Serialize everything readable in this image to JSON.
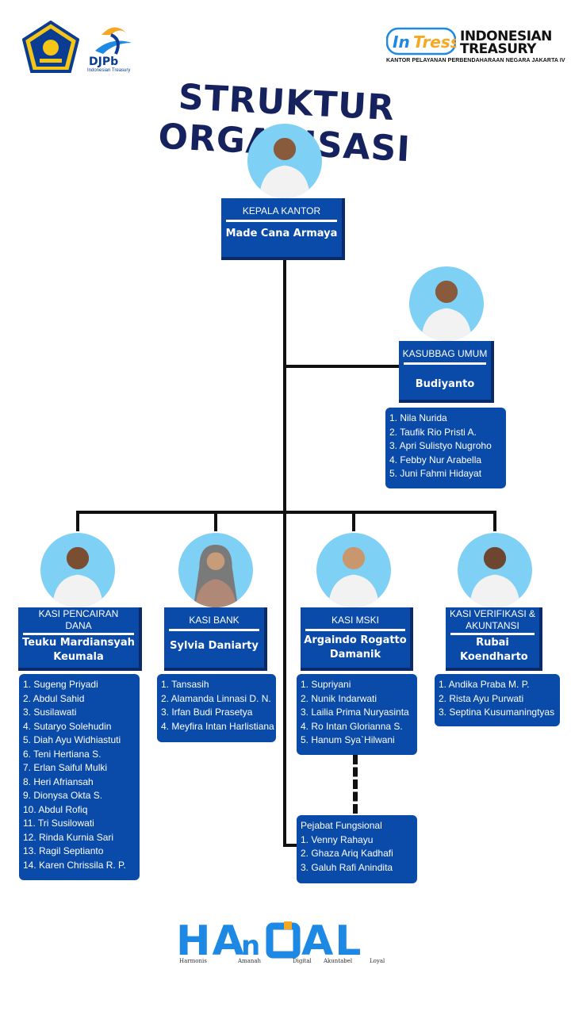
{
  "header": {
    "djpb_logo_text": "DJPb",
    "djpb_logo_sub": "Indonesian Treasury",
    "intress_logo_text": "InTress",
    "brand_line1": "INDONESIAN",
    "brand_line2": "TREASURY",
    "brand_sub": "KANTOR PELAYANAN PERBENDAHARAAN NEGARA JAKARTA IV"
  },
  "title": "STRUKTUR ORGANISASI",
  "head": {
    "role": "KEPALA KANTOR",
    "name": "Made Cana Armaya"
  },
  "kasubbag": {
    "role": "KASUBBAG UMUM",
    "name": "Budiyanto",
    "members": [
      "1. Nila Nurida",
      "2. Taufik Rio Pristi A.",
      "3. Apri Sulistyo Nugroho",
      "4. Febby Nur Arabella",
      "5. Juni Fahmi Hidayat"
    ]
  },
  "sections": [
    {
      "role": "KASI PENCAIRAN DANA",
      "name": "Teuku Mardiansyah Keumala",
      "members": [
        "1. Sugeng Priyadi",
        "2. Abdul Sahid",
        "3. Susilawati",
        "4. Sutaryo Solehudin",
        "5. Diah Ayu Widhiastuti",
        "6. Teni Hertiana S.",
        "7. Erlan Saiful Mulki",
        "8. Heri Afriansah",
        "9. Dionysa Okta S.",
        "10. Abdul Rofiq",
        "11. Tri Susilowati",
        "12. Rinda Kurnia Sari",
        "13. Ragil Septianto",
        "14. Karen Chrissila R. P."
      ]
    },
    {
      "role": "KASI BANK",
      "name": "Sylvia Daniarty",
      "members": [
        "1. Tansasih",
        "2. Alamanda Linnasi D. N.",
        "3. Irfan Budi Prasetya",
        "4. Meyfira Intan Harlistiana"
      ]
    },
    {
      "role": "KASI MSKI",
      "name": "Argaindo Rogatto Damanik",
      "members": [
        "1. Supriyani",
        "2. Nunik Indarwati",
        "3. Lailia Prima Nuryasinta",
        "4. Ro Intan Glorianna S.",
        "5. Hanum Sya`Hilwani"
      ]
    },
    {
      "role": "KASI VERIFIKASI & AKUNTANSI",
      "name": "Rubai Koendharto",
      "members": [
        "1. Andika Praba M. P.",
        "2. Rista Ayu Purwati",
        "3. Septina Kusumaningtyas"
      ]
    }
  ],
  "functional": {
    "title": "Pejabat Fungsional",
    "members": [
      "1. Venny Rahayu",
      "2. Ghaza Ariq Kadhafi",
      "3. Galuh Rafi Anindita"
    ]
  },
  "footer": {
    "logo_text": "HAnDAL",
    "values": [
      "Harmonis",
      "Amanah",
      "Digital",
      "Akuntabel",
      "Loyal"
    ]
  },
  "colors": {
    "box": "#0a4aa8",
    "box_shadow": "#0a2a6a",
    "title": "#15225e",
    "avatar_bg": "#7fd0f5",
    "accent": "#1e88e5",
    "accent2": "#f7a823"
  }
}
